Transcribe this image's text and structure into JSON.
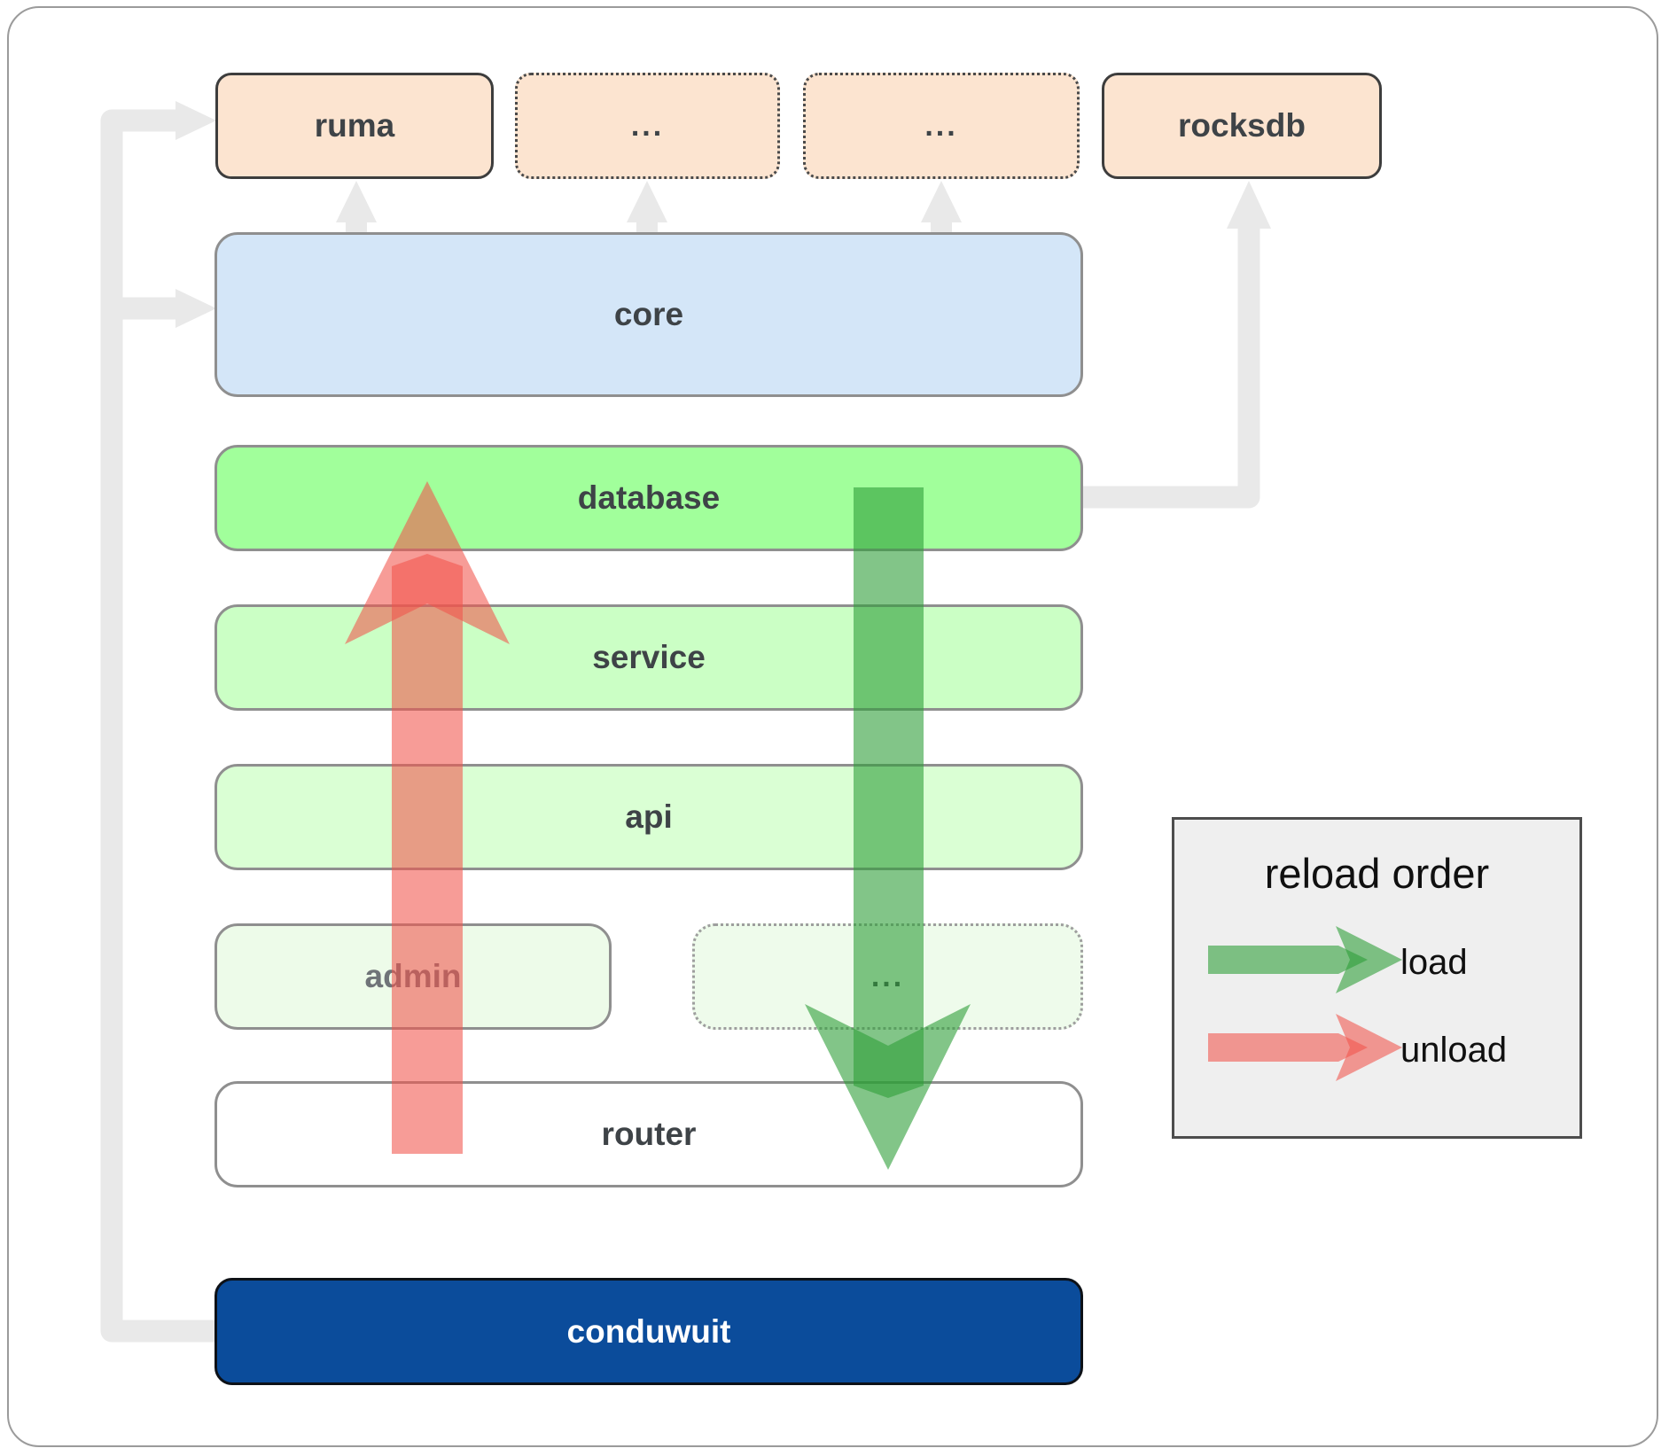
{
  "nodes": {
    "ruma": {
      "label": "ruma"
    },
    "ellipsis_top_1": {
      "label": "..."
    },
    "ellipsis_top_2": {
      "label": "..."
    },
    "rocksdb": {
      "label": "rocksdb"
    },
    "core": {
      "label": "core"
    },
    "database": {
      "label": "database"
    },
    "service": {
      "label": "service"
    },
    "api": {
      "label": "api"
    },
    "admin": {
      "label": "admin"
    },
    "ellipsis_admin": {
      "label": "..."
    },
    "router": {
      "label": "router"
    },
    "conduwuit": {
      "label": "conduwuit"
    }
  },
  "legend": {
    "title": "reload order",
    "items": [
      {
        "label": "load",
        "color": "#2f9e38",
        "direction": "down"
      },
      {
        "label": "unload",
        "color": "#f2544b",
        "direction": "up"
      }
    ]
  },
  "colors": {
    "external_box_fill": "#fce4d0",
    "core_fill": "#d4e6f8",
    "database_fill": "#a1ff9b",
    "service_fill": "#cbffc5",
    "api_fill": "#daffd4",
    "admin_fill": "#edfbe9",
    "router_fill": "#ffffff",
    "conduwuit_fill": "#0b4c9b",
    "connector_gray": "#e9e9e9",
    "load_arrow_green": "#2f9e38",
    "unload_arrow_red": "#f2544b",
    "legend_background": "#efefef",
    "label_text": "#3e4347"
  }
}
